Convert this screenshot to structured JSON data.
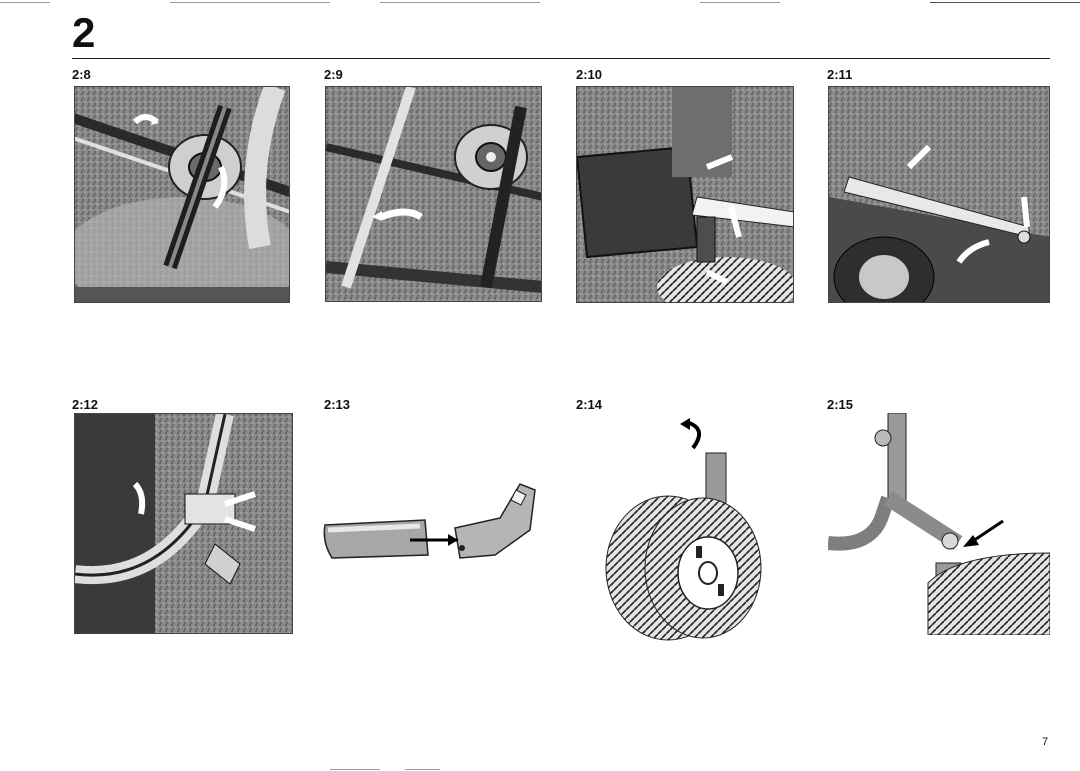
{
  "chapter": "2",
  "page_number": "7",
  "figures": [
    {
      "label": "2:8",
      "kind": "photo",
      "subject": "belt and pulley under mower deck"
    },
    {
      "label": "2:9",
      "kind": "photo",
      "subject": "belt around pulley"
    },
    {
      "label": "2:10",
      "kind": "photo",
      "subject": "transmission with bar"
    },
    {
      "label": "2:11",
      "kind": "photo",
      "subject": "rear frame and wheel"
    },
    {
      "label": "2:12",
      "kind": "photo",
      "subject": "bracket on frame"
    },
    {
      "label": "2:13",
      "kind": "drawing",
      "subject": "tube and end piece"
    },
    {
      "label": "2:14",
      "kind": "drawing",
      "subject": "front wheel"
    },
    {
      "label": "2:15",
      "kind": "drawing",
      "subject": "front axle and wheel"
    }
  ]
}
